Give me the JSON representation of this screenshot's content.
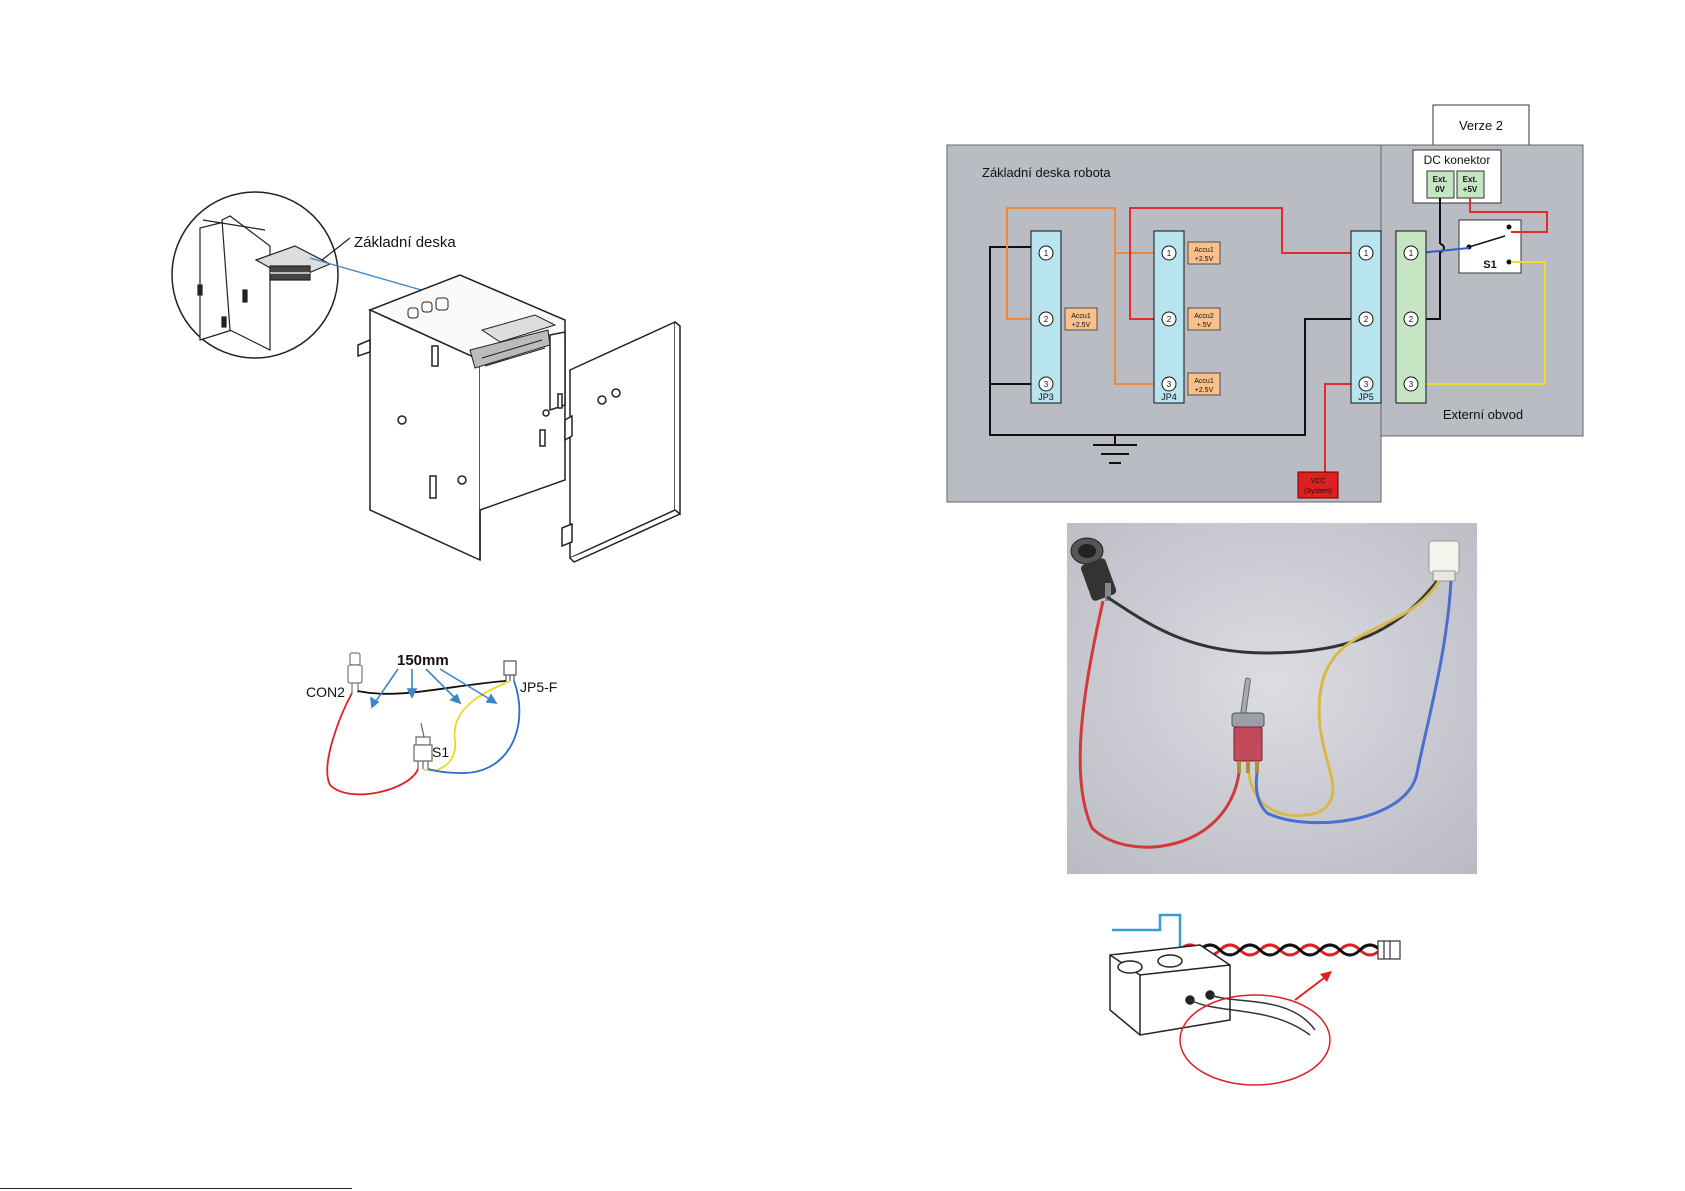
{
  "assembly": {
    "board_label": "Základní deska"
  },
  "cable_sketch": {
    "length_label": "150mm",
    "con2_label": "CON2",
    "jp5f_label": "JP5-F",
    "s1_label": "S1"
  },
  "schematic": {
    "version_label": "Verze 2",
    "board_title": "Základní deska robota",
    "dc_connector_title": "DC konektor",
    "ext_0v_line1": "Ext.",
    "ext_0v_line2": "0V",
    "ext_5v_line1": "Ext.",
    "ext_5v_line2": "+5V",
    "switch_label": "S1",
    "external_label": "Externí obvod",
    "vcc_line1": "VCC",
    "vcc_line2": "(System)",
    "jp3_label": "JP3",
    "jp4_label": "JP4",
    "jp5_label": "JP5",
    "pin1": "1",
    "pin2": "2",
    "pin3": "3",
    "jp3_pin2_tag_line1": "Accu1",
    "jp3_pin2_tag_line2": "+2.5V",
    "jp4_pin1_tag_line1": "Accu1",
    "jp4_pin1_tag_line2": "+2.5V",
    "jp4_pin2_tag_line1": "Accu2",
    "jp4_pin2_tag_line2": "+.5V",
    "jp4_pin3_tag_line1": "Accu1",
    "jp4_pin3_tag_line2": "+2.5V",
    "colors": {
      "panel": "#b9bcc2",
      "header": "#b8e4f0",
      "external_header": "#c6e6c3",
      "tag": "#f8c08a",
      "red_wire": "#e32b2b",
      "orange_wire": "#f08a3a",
      "yellow_wire": "#f2dc2a",
      "blue_wire": "#2f5fd0",
      "vcc_box": "#e02020"
    }
  }
}
